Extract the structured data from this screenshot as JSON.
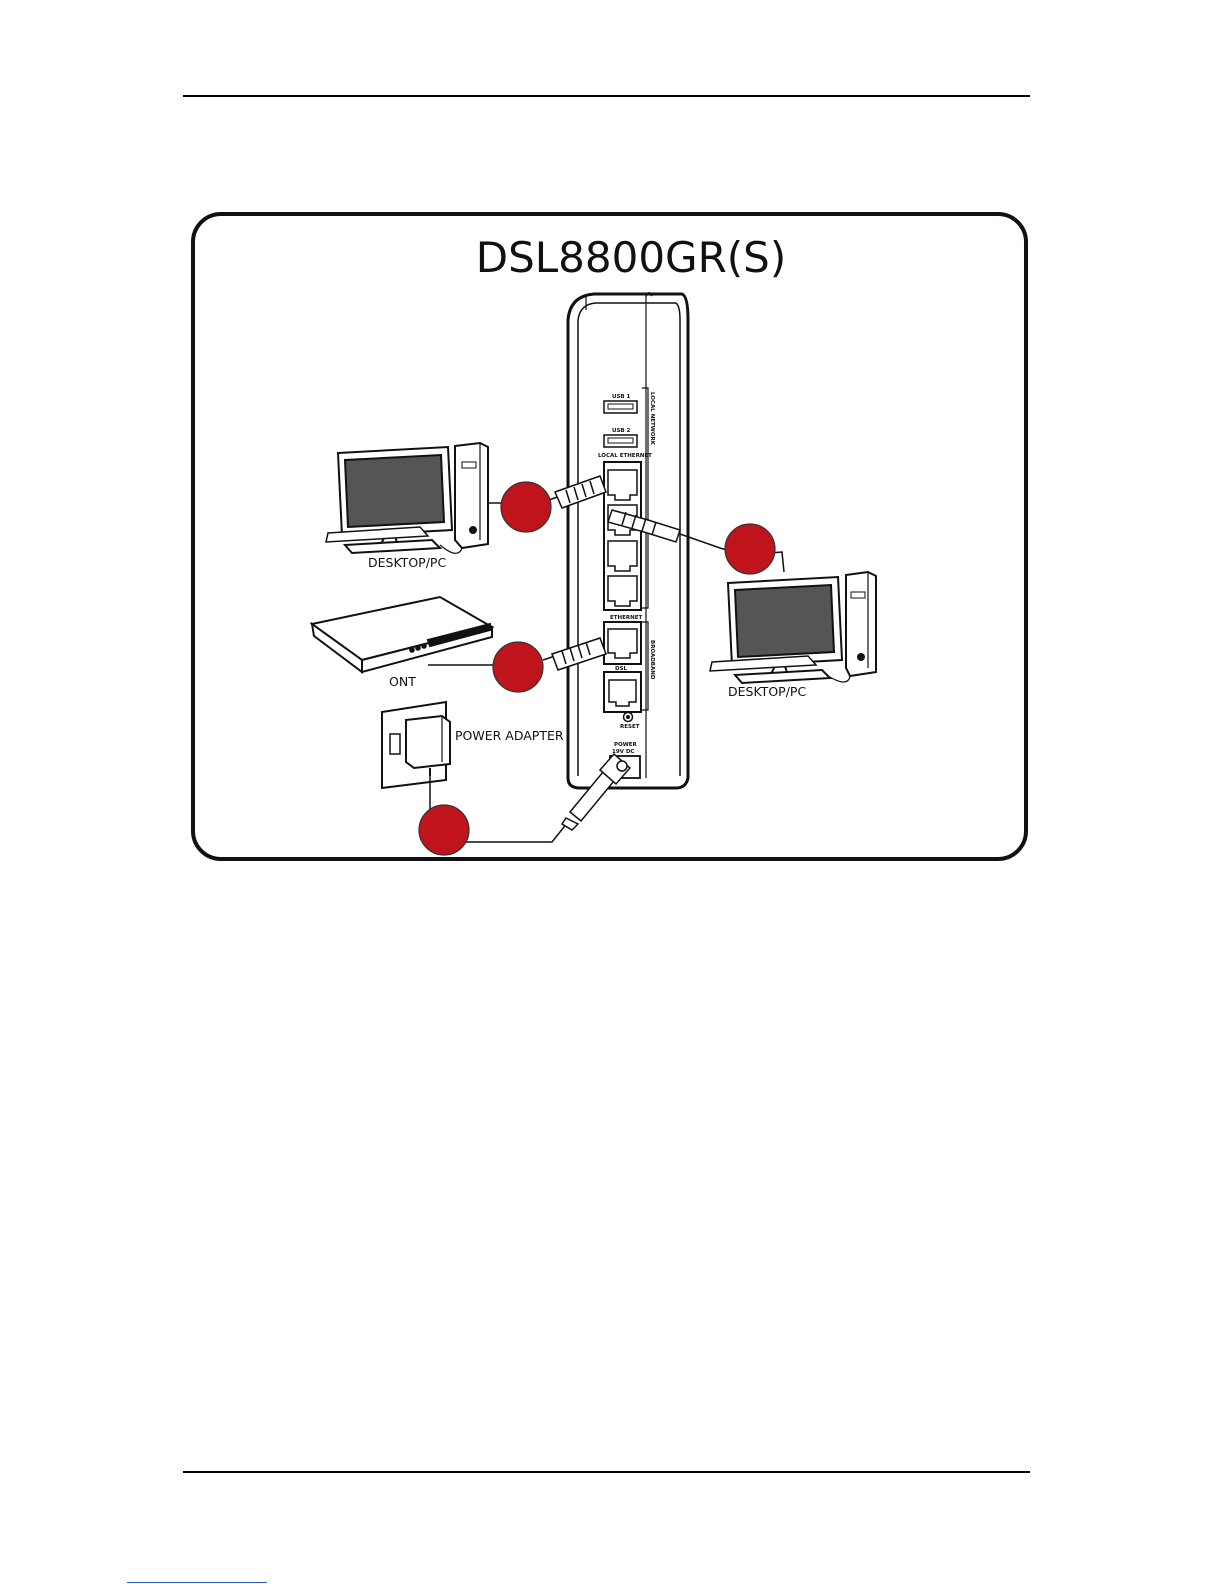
{
  "diagram": {
    "title": "DSL8800GR(S)",
    "labels": {
      "desktop_left": "DESKTOP/PC",
      "desktop_right": "DESKTOP/PC",
      "ont": "ONT",
      "power_adapter": "POWER ADAPTER"
    },
    "port_labels": {
      "usb1": "USB 1",
      "usb2": "USB 2",
      "local_ethernet": "LOCAL ETHERNET",
      "local_network": "LOCAL NETWORK",
      "ethernet": "ETHERNET",
      "broadband": "BROADBAND",
      "dsl": "DSL",
      "reset": "RESET",
      "power": "POWER",
      "voltage": "19V DC"
    },
    "marker_color": "#c0141c"
  }
}
